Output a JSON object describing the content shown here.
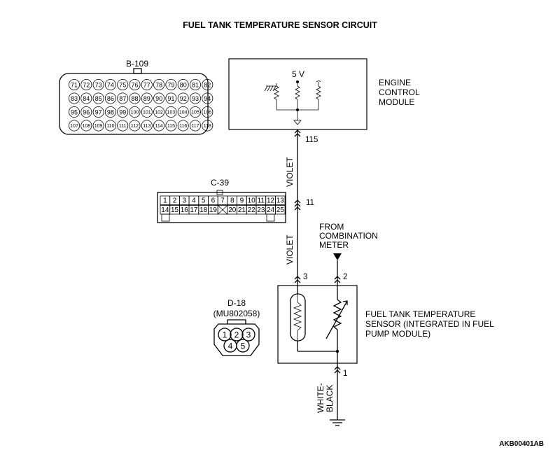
{
  "title": "FUEL TANK TEMPERATURE SENSOR CIRCUIT",
  "code": "AKB00401AB",
  "ecm": {
    "label_lines": [
      "ENGINE",
      "CONTROL",
      "MODULE"
    ],
    "voltage": "5 V",
    "pin": "115"
  },
  "connector_b109": {
    "id": "B-109",
    "rows": [
      [
        "71",
        "72",
        "73",
        "74",
        "75",
        "76",
        "77",
        "78",
        "79",
        "80",
        "81",
        "82"
      ],
      [
        "83",
        "84",
        "85",
        "86",
        "87",
        "88",
        "89",
        "90",
        "91",
        "92",
        "93",
        "94"
      ],
      [
        "95",
        "96",
        "97",
        "98",
        "99",
        "100",
        "101",
        "102",
        "103",
        "104",
        "105",
        "106"
      ],
      [
        "107",
        "108",
        "109",
        "110",
        "111",
        "112",
        "113",
        "114",
        "115",
        "116",
        "117",
        "118"
      ]
    ]
  },
  "connector_c39": {
    "id": "C-39",
    "rows": [
      [
        "1",
        "2",
        "3",
        "4",
        "5",
        "6",
        "7",
        "8",
        "9",
        "10",
        "11",
        "12",
        "13"
      ],
      [
        "14",
        "15",
        "16",
        "17",
        "18",
        "19",
        "",
        "20",
        "21",
        "22",
        "23",
        "24",
        "25"
      ]
    ]
  },
  "connector_d18": {
    "id": "D-18",
    "part": "(MU802058)",
    "pins_top": [
      "1",
      "2",
      "3"
    ],
    "pins_bottom": [
      "4",
      "5"
    ]
  },
  "wires": {
    "upper_color": "VIOLET",
    "lower_color": "VIOLET",
    "ground_color_lines": [
      "WHITE-",
      "BLACK"
    ],
    "c39_pin": "11"
  },
  "sensor": {
    "label_lines": [
      "FUEL TANK TEMPERATURE",
      "SENSOR (INTEGRATED IN FUEL",
      "PUMP MODULE)"
    ],
    "pin_left": "3",
    "pin_right": "2",
    "pin_bottom": "1"
  },
  "from_meter": {
    "label_lines": [
      "FROM",
      "COMBINATION",
      "METER"
    ]
  }
}
